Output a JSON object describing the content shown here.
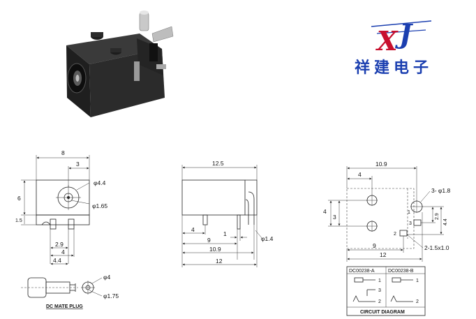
{
  "brand": {
    "logo_letter_1": "X",
    "logo_letter_2": "J",
    "name": "祥建电子",
    "logo_color_x": "#c8102e",
    "logo_color_j": "#1b3fb0"
  },
  "front_view": {
    "width": "8",
    "top_offset": "3",
    "height": "6",
    "base": "1.5",
    "hole_dia": "φ4.4",
    "pin_dia": "φ1.65",
    "pin_spacing": "2.9",
    "center_offset": "4",
    "total": "4.4"
  },
  "side_view": {
    "length": "12.5",
    "pin_offset": "4",
    "pin_width": "1",
    "pin_pitch": "9",
    "pin_span": "10.9",
    "total": "12",
    "pin_dia": "φ1.4"
  },
  "bottom_view": {
    "width": "10.9",
    "offset": "4",
    "height_a": "4",
    "height_b": "3",
    "right_a": "2.9",
    "right_b": "4.4",
    "hole_note": "3- φ1.8",
    "slot_note": "2-1.5x1.0",
    "pitch": "9",
    "total": "12",
    "pin1": "1",
    "pin2": "2",
    "pin3": "3"
  },
  "mate_plug": {
    "label": "DC MATE PLUG",
    "outer": "φ4",
    "inner": "φ1.75"
  },
  "circuit": {
    "part_a": "DC00238-A",
    "part_b": "DC00238-B",
    "caption": "CIRCUIT DIAGRAM",
    "p1": "1",
    "p2": "2",
    "p3": "3"
  }
}
